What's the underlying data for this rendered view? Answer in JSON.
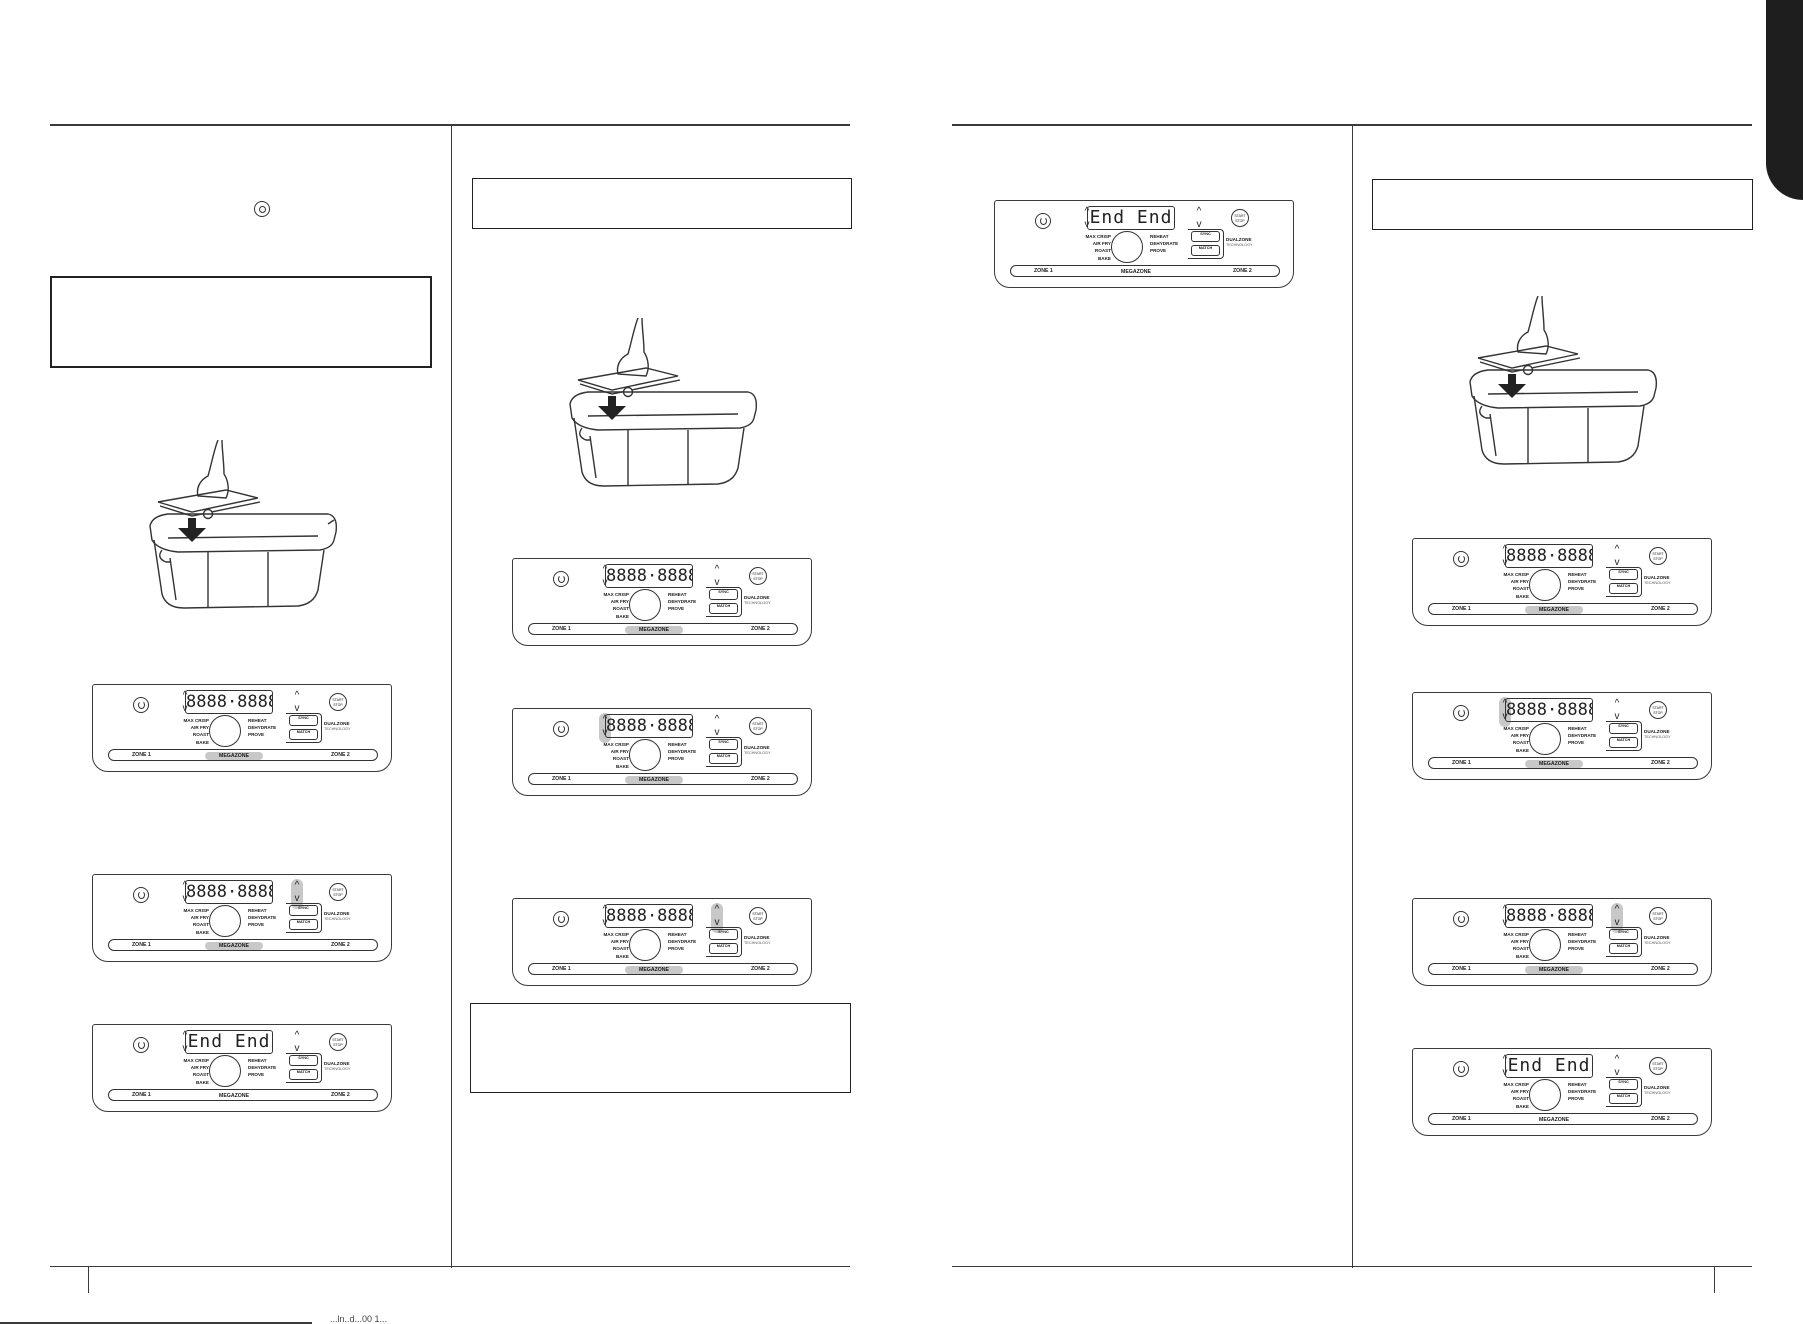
{
  "panel_text": {
    "modes_left": [
      "MAX CRISP",
      "AIR FRY",
      "ROAST",
      "BAKE"
    ],
    "modes_right": [
      "REHEAT",
      "DEHYDRATE",
      "PROVE"
    ],
    "start_stop": "START STOP",
    "sync": "SYNC",
    "match": "MATCH",
    "dualzone": "DUALZONE",
    "technology": "TECHNOLOGY",
    "zone1": "ZONE 1",
    "megazone": "MEGAZONE",
    "zone2": "ZONE 2",
    "display_default": "8888·8888",
    "display_end": "End   End"
  },
  "icons": {
    "power": "power-icon",
    "up": "^",
    "down": "v"
  },
  "footer": {
    "bottom_text": "...ln..d...00 1..."
  },
  "colors": {
    "text": "#1a1a1a",
    "highlight": "#c8c8c8",
    "tab": "#1e1e1e"
  }
}
